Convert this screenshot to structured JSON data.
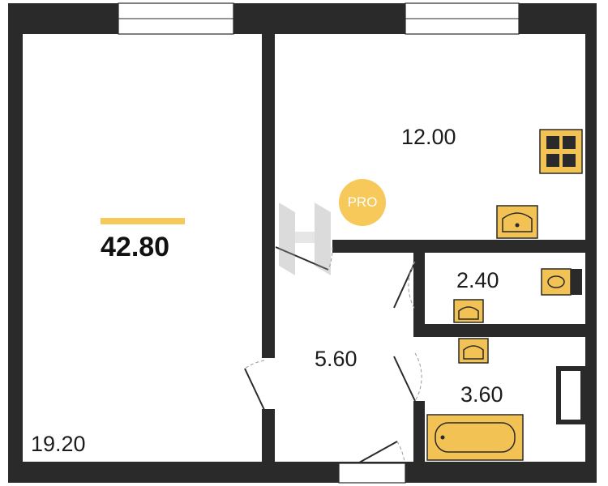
{
  "plan": {
    "total_area": "42.80",
    "badge": "PRO",
    "accent_color": "#f7c95a",
    "wall_color": "#2a2a2a",
    "rooms": {
      "living_room": "19.20",
      "kitchen": "12.00",
      "toilet": "2.40",
      "hallway": "5.60",
      "bathroom": "3.60"
    }
  }
}
